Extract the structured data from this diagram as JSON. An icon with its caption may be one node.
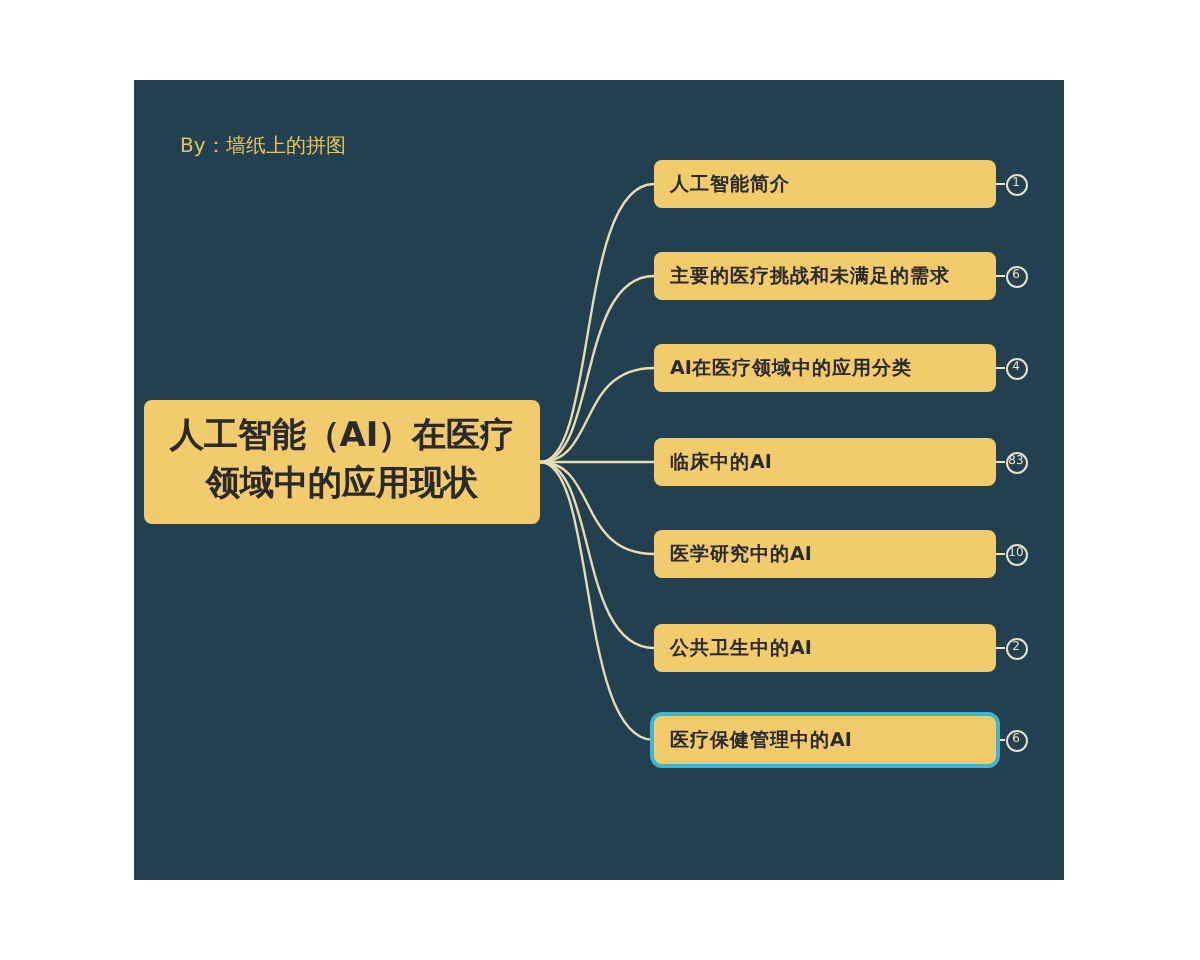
{
  "diagram": {
    "nodes": [
      {
        "text": [
          "人工智能（AI）在医疗领域中的应用现状"
        ]
      },
      {
        "text": [
          "人工智能简介"
        ],
        "beside": [
          "1"
        ]
      },
      {
        "text": [
          "主要的医疗挑战和未满足的需求"
        ],
        "beside": [
          "6"
        ]
      },
      {
        "text": [
          "AI在医疗领域中的应用分类"
        ],
        "beside": [
          "4"
        ]
      },
      {
        "text": [
          "临床中的AI"
        ],
        "beside": [
          "83"
        ]
      },
      {
        "text": [
          "医学研究中的AI"
        ],
        "beside": [
          "10"
        ]
      },
      {
        "text": [
          "公共卫生中的AI"
        ],
        "beside": [
          "2"
        ]
      },
      {
        "text": [
          "医疗保健管理中的AI"
        ],
        "beside": [
          "6"
        ]
      }
    ],
    "edges": [
      {
        "from": 0,
        "to": 1,
        "arrow": "none"
      },
      {
        "from": 0,
        "to": 2,
        "arrow": "none"
      },
      {
        "from": 0,
        "to": 3,
        "arrow": "none"
      },
      {
        "from": 0,
        "to": 4,
        "arrow": "none"
      },
      {
        "from": 0,
        "to": 5,
        "arrow": "none"
      },
      {
        "from": 0,
        "to": 6,
        "arrow": "none"
      },
      {
        "from": 0,
        "to": 7,
        "arrow": "none"
      }
    ],
    "labels": [
      "By：墙纸上的拼图"
    ]
  }
}
